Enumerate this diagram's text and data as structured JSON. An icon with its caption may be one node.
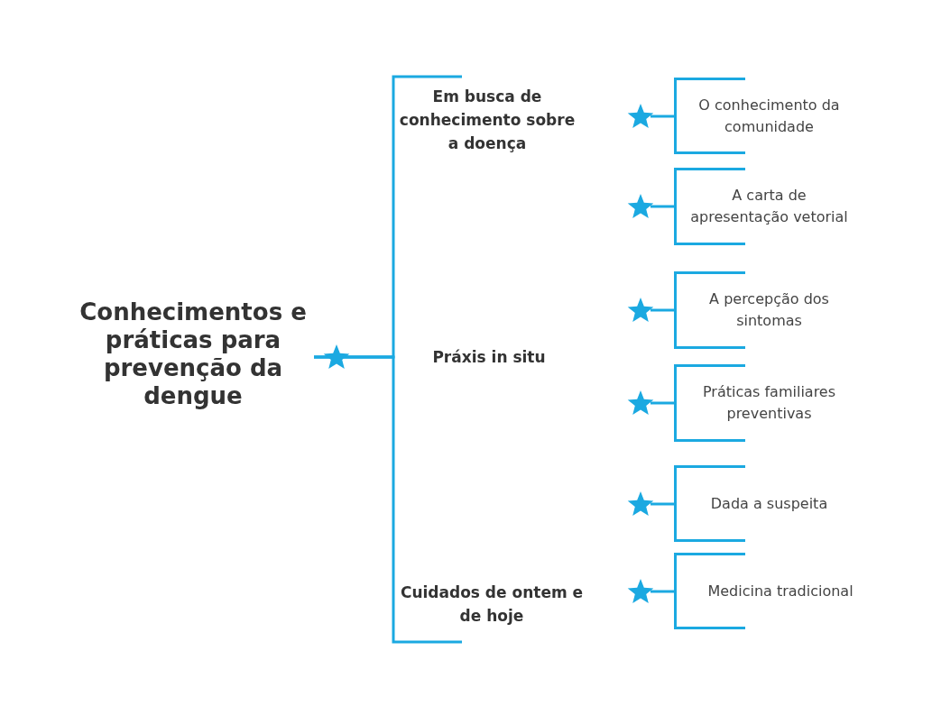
{
  "diagram": {
    "nodes": [
      {
        "text": [
          "Conhecimentos e práticas para prevenção da dengue"
        ]
      },
      {
        "text": [
          "Em busca de conhecimento sobre a doença"
        ]
      },
      {
        "text": [
          "Práxis in situ"
        ]
      },
      {
        "text": [
          "Cuidados de ontem e de hoje"
        ]
      },
      {
        "text": [
          "O conhecimento da comunidade"
        ]
      },
      {
        "text": [
          "A carta de apresentação vetorial"
        ]
      },
      {
        "text": [
          "A percepção dos sintomas"
        ]
      },
      {
        "text": [
          "Práticas familiares preventivas"
        ]
      },
      {
        "text": [
          "Dada a suspeita"
        ]
      },
      {
        "text": [
          "Medicina tradicional"
        ]
      }
    ],
    "edges": [
      {
        "from": 0,
        "to": 1,
        "arrow": "none"
      },
      {
        "from": 0,
        "to": 2,
        "arrow": "none"
      },
      {
        "from": 0,
        "to": 3,
        "arrow": "none"
      }
    ]
  }
}
